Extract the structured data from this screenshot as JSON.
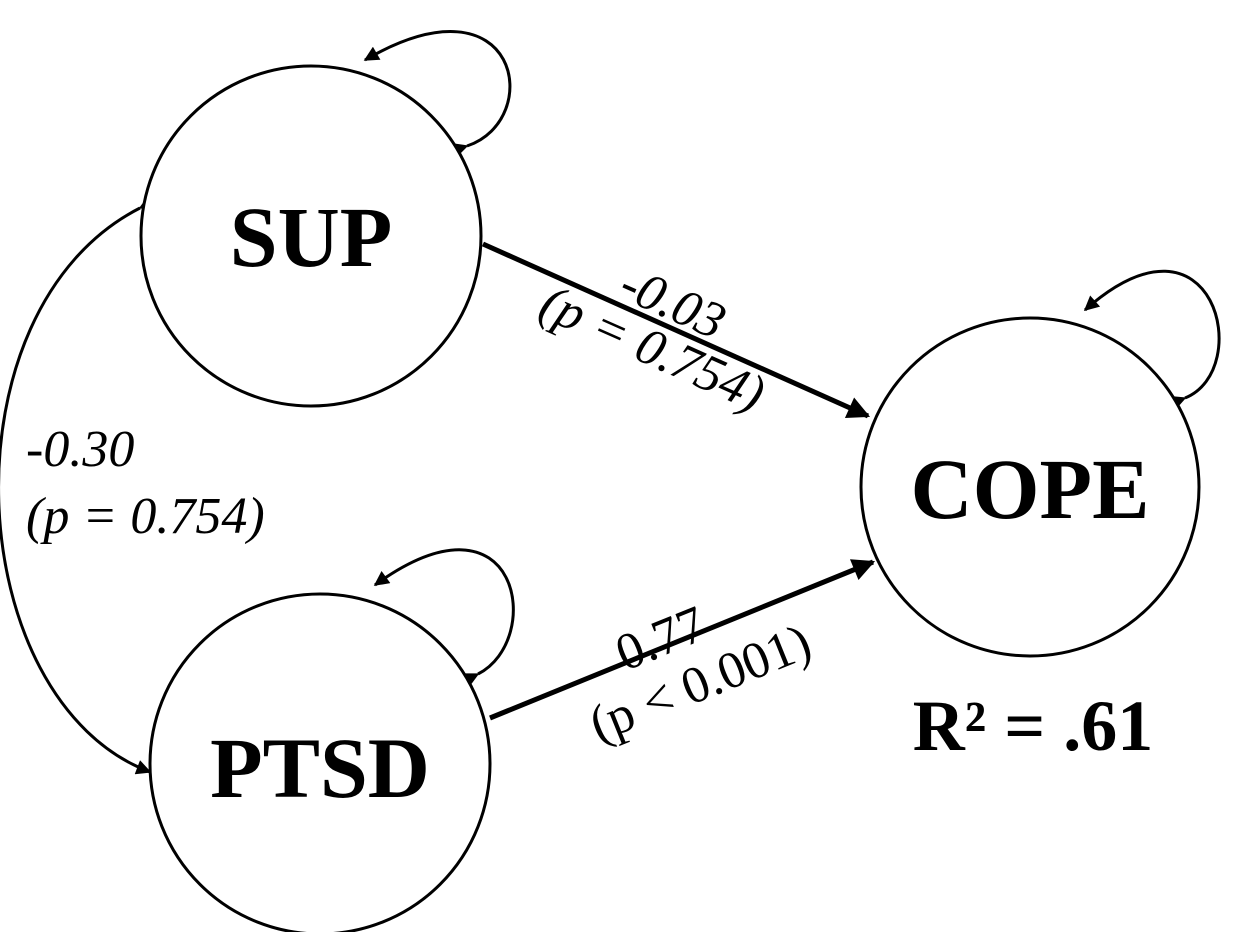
{
  "nodes": {
    "sup": "SUP",
    "ptsd": "PTSD",
    "cope": "COPE"
  },
  "paths": {
    "sup_cope": {
      "coef": "-0.03",
      "p": "(p = 0.754)"
    },
    "ptsd_cope": {
      "coef": "0.77",
      "p": "(p < 0.001)"
    },
    "sup_ptsd": {
      "coef": "-0.30",
      "p": "(p = 0.754)"
    }
  },
  "r_squared": "R² = .61"
}
